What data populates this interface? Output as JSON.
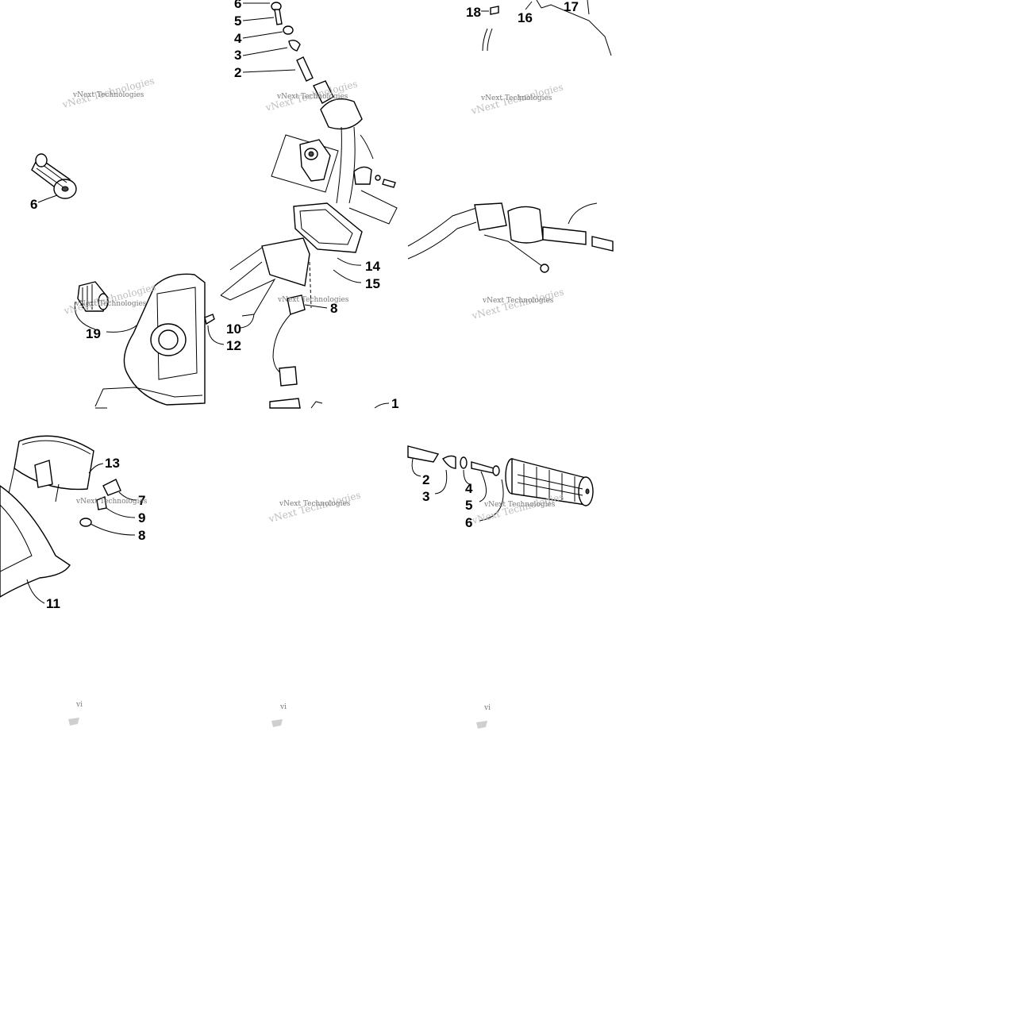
{
  "watermark_text": "vNext Technologies",
  "watermark_stub": "vi",
  "tiles": {
    "top_left": {
      "callouts": [
        "6",
        "19"
      ]
    },
    "top_center": {
      "callouts": [
        "6",
        "5",
        "4",
        "3",
        "2",
        "14",
        "15",
        "10",
        "12",
        "8",
        "1"
      ]
    },
    "top_right": {
      "callouts": [
        "18",
        "16",
        "17"
      ]
    },
    "middle_left": {
      "callouts": [
        "13",
        "7",
        "9",
        "8",
        "11"
      ]
    },
    "middle_right": {
      "callouts": [
        "2",
        "3",
        "4",
        "5",
        "6"
      ]
    }
  }
}
